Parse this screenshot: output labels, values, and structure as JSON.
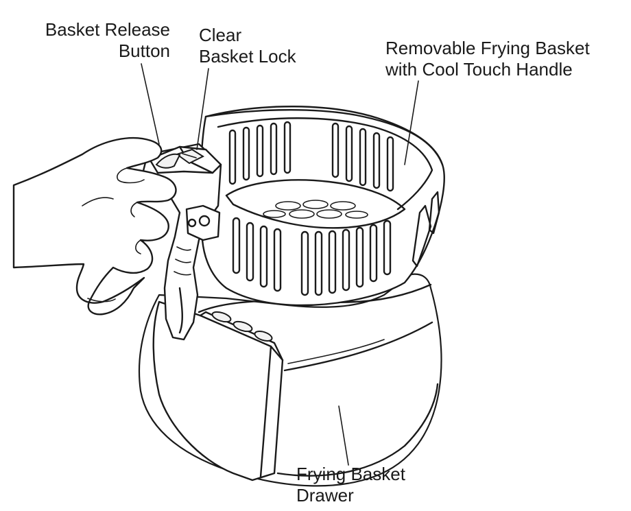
{
  "callouts": {
    "basket_release_button": "Basket Release\nButton",
    "clear_basket_lock": "Clear\nBasket Lock",
    "removable_frying_basket": "Removable Frying Basket\nwith Cool Touch Handle",
    "frying_basket_drawer": "Frying Basket\nDrawer"
  },
  "colors": {
    "line": "#1a1a1a",
    "background": "#ffffff"
  }
}
